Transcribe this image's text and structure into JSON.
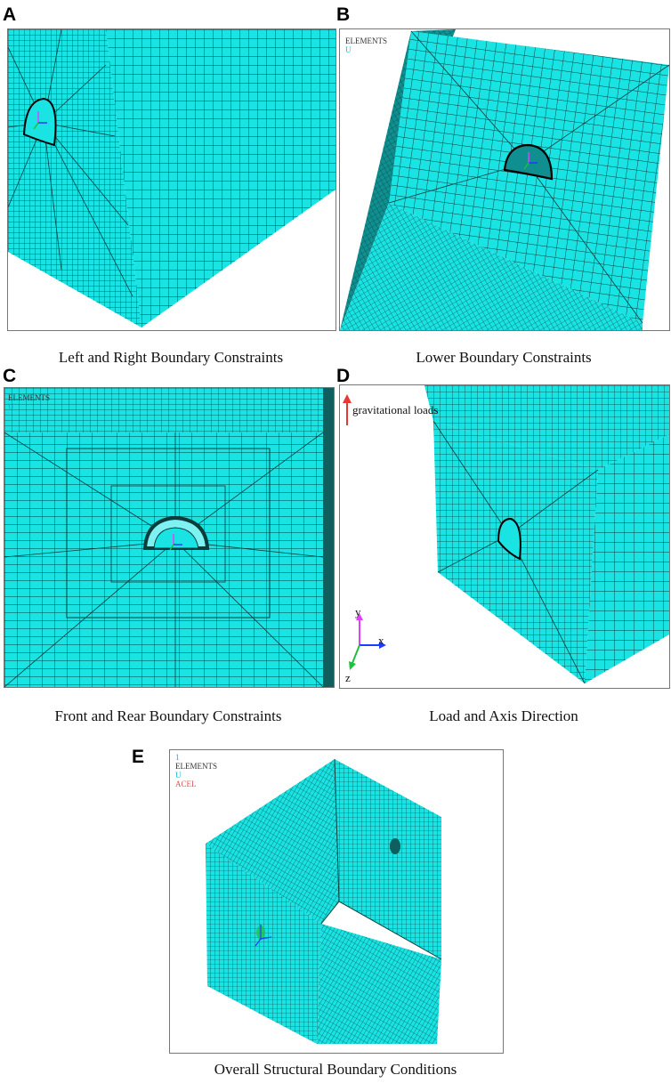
{
  "panel_labels": [
    "A",
    "B",
    "C",
    "D",
    "E"
  ],
  "captions": {
    "a": "Left and Right Boundary Constraints",
    "b": "Lower Boundary Constraints",
    "c": "Front and Rear Boundary Constraints",
    "d": "Load and Axis Direction",
    "e": "Overall Structural Boundary Conditions"
  },
  "legend": {
    "elements": "ELEMENTS",
    "u": "U",
    "acel": "ACEL",
    "one": "1"
  },
  "load_note": "gravitational loads",
  "axes": {
    "x": "x",
    "y": "y",
    "z": "z"
  },
  "colors": {
    "mesh_fill": "#19e3e3",
    "mesh_dark": "#0f8f8f",
    "mesh_line": "#0b3d3d",
    "load_arrow": "#e53935",
    "axis_x": "#1e3cff",
    "axis_y": "#e040fb",
    "axis_z": "#1fbf3f"
  }
}
